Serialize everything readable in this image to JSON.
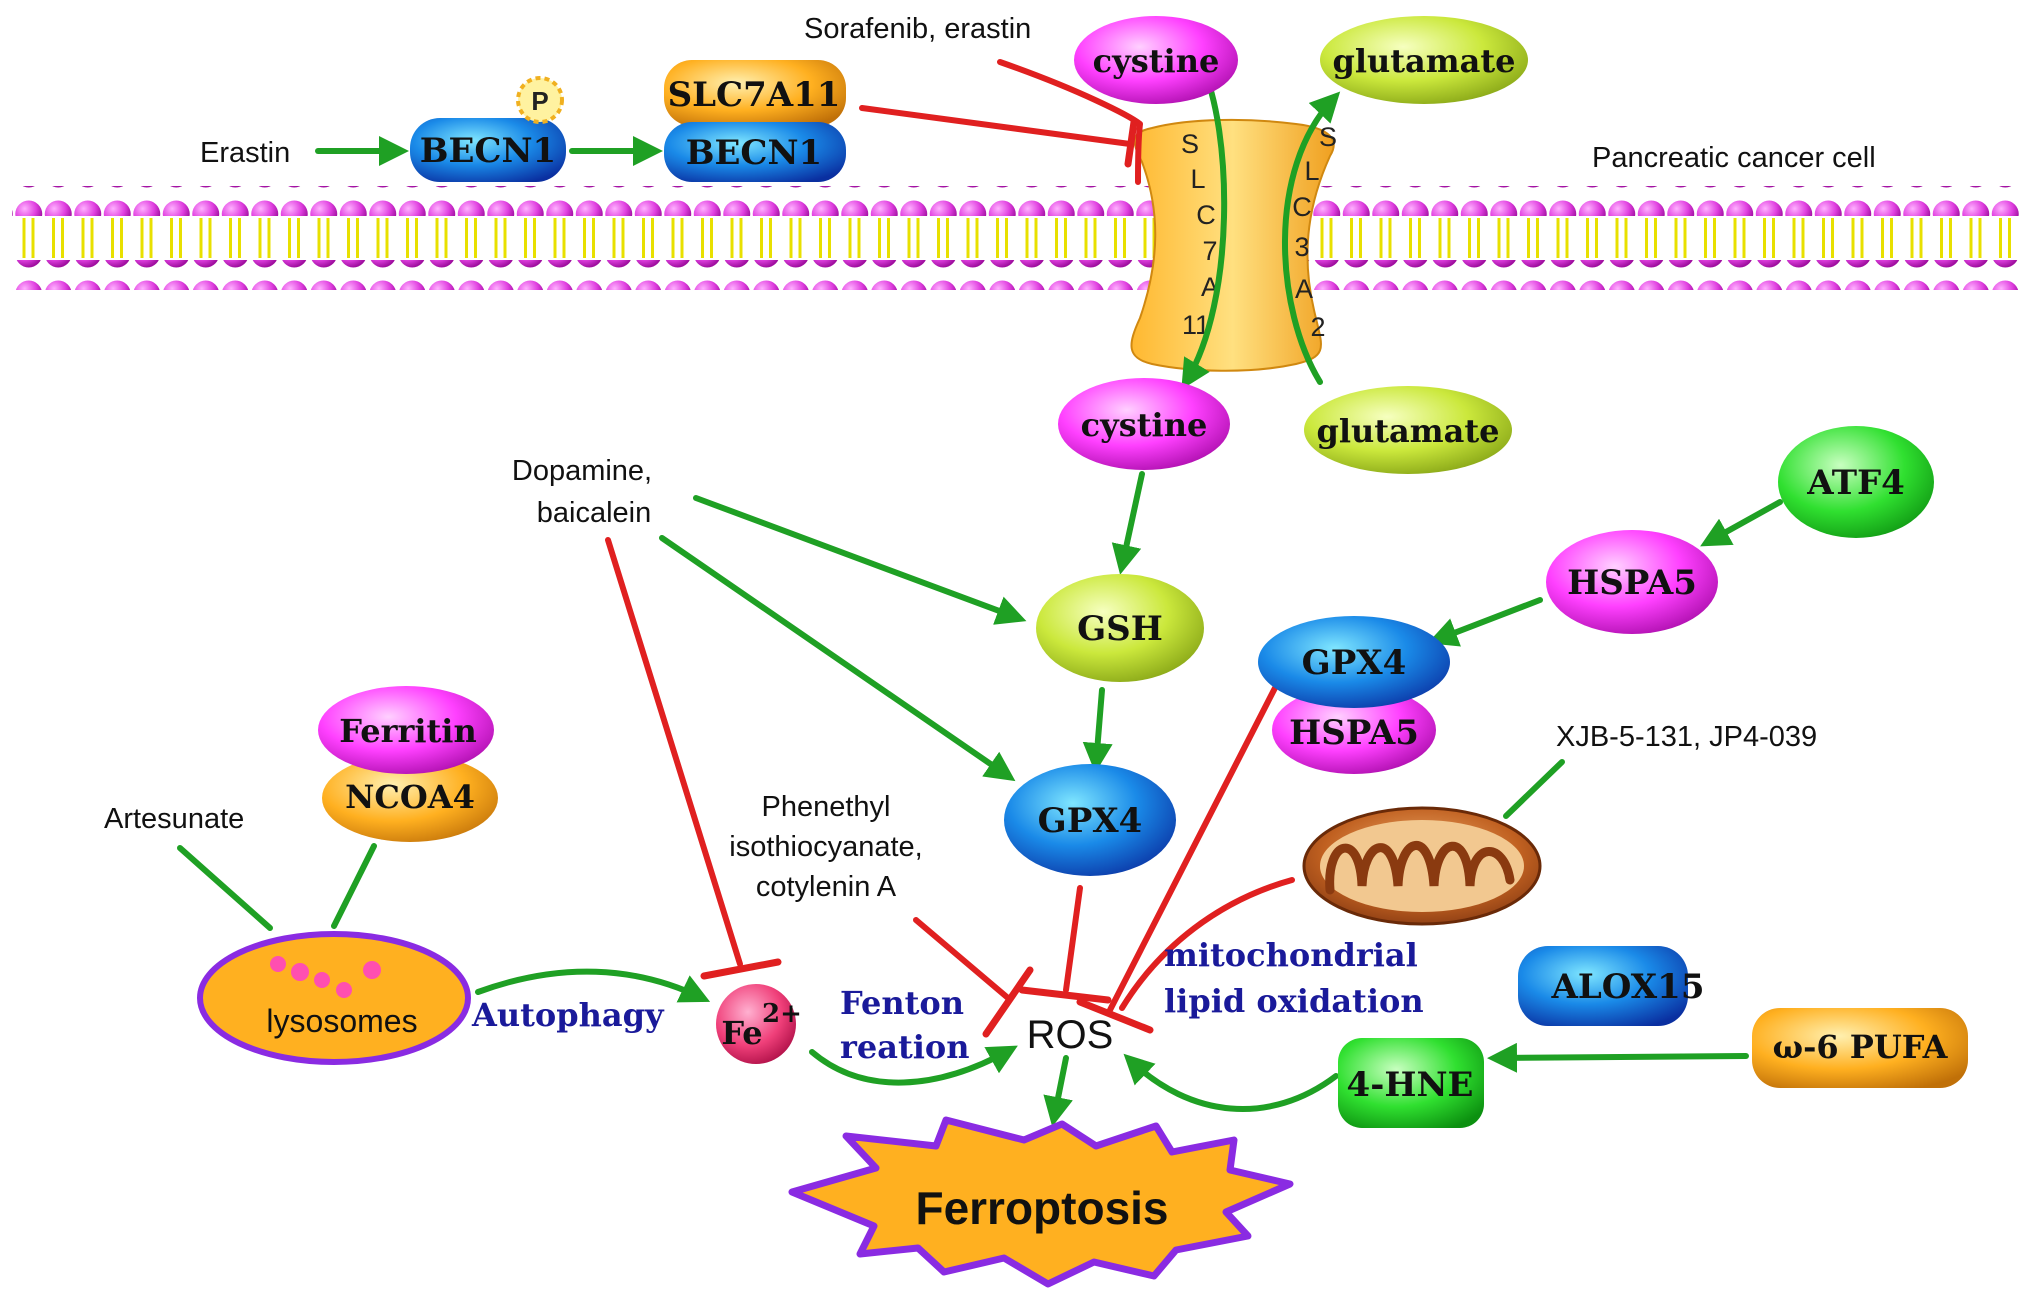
{
  "membrane_label": "Pancreatic cancer cell",
  "drugs": {
    "erastin": "Erastin",
    "sorafenib": "Sorafenib, erastin",
    "dopamine_l1": "Dopamine,",
    "dopamine_l2": "baicalein",
    "artesunate": "Artesunate",
    "peitc_l1": "Phenethyl",
    "peitc_l2": "isothiocyanate,",
    "peitc_l3": "cotylenin A",
    "xjb": "XJB-5-131, JP4-039"
  },
  "nodes": {
    "becn1": "BECN1",
    "phospho": "P",
    "slc7a11": "SLC7A11",
    "becn1_complex": "BECN1",
    "cystine_out": "cystine",
    "glutamate_out": "glutamate",
    "cystine_in": "cystine",
    "glutamate_in": "glutamate",
    "gsh": "GSH",
    "gpx4": "GPX4",
    "atf4": "ATF4",
    "hspa5": "HSPA5",
    "gpx4_complex": "GPX4",
    "hspa5_complex": "HSPA5",
    "ferritin": "Ferritin",
    "ncoa4": "NCOA4",
    "lysosomes": "lysosomes",
    "fe": "Fe",
    "fe_charge": "2+",
    "ros": "ROS",
    "alox15": "ALOX15",
    "pufa": "ω-6 PUFA",
    "hne": "4-HNE",
    "ferroptosis": "Ferroptosis"
  },
  "transporter": {
    "slc7a11": [
      "S",
      "L",
      "C",
      "7",
      "A",
      "11"
    ],
    "slc3a2": [
      "S",
      "L",
      "C",
      "3",
      "A",
      "2"
    ]
  },
  "process_labels": {
    "autophagy": "Autophagy",
    "fenton_l1": "Fenton",
    "fenton_l2": "reation",
    "mito_l1": "mitochondrial",
    "mito_l2": "lipid oxidation"
  },
  "colors": {
    "activation": "#1fa024",
    "inhibition": "#e02020",
    "membrane_head": "#e040e0",
    "membrane_tail": "#e8e000",
    "magenta_node": "#ff3fff",
    "lime_node": "#c8e63a",
    "blue_node": "#1a7fe8",
    "orange_node": "#ffb020",
    "green_node": "#30e030",
    "process_text": "#1a1a9a"
  }
}
